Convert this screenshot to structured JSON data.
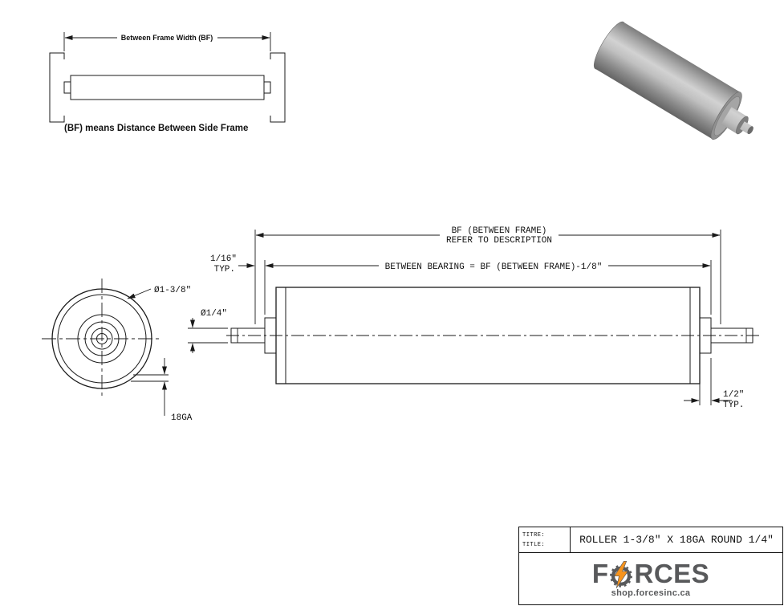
{
  "inset": {
    "dim_label": "Between Frame Width (BF)",
    "caption": "(BF) means Distance Between Side Frame"
  },
  "dimensions": {
    "bf_line1": "BF (BETWEEN FRAME)",
    "bf_line2": "REFER TO DESCRIPTION",
    "between_bearing": "BETWEEN BEARING = BF (BETWEEN FRAME)-1/8\"",
    "gap_typ_value": "1/16\"",
    "gap_typ_suffix": "TYP.",
    "shaft_diameter": "Ø1/4\"",
    "roller_diameter": "Ø1-3/8\"",
    "wall_gauge": "18GA",
    "hub_width_value": "1/2\"",
    "hub_width_suffix": "TYP."
  },
  "title_block": {
    "label_titre": "TITRE:",
    "label_title": "TITLE:",
    "drawing_title": "ROLLER 1-3/8\" X 18GA ROUND 1/4\"",
    "brand_prefix": "F",
    "brand_suffix": "RCES",
    "website": "shop.forcesinc.ca"
  },
  "icons": {
    "logo_o": "gear-lightning-bolt-icon"
  },
  "colors": {
    "line": "#1a1a1a",
    "brand_text": "#58595b",
    "brand_accent": "#f7941d"
  }
}
